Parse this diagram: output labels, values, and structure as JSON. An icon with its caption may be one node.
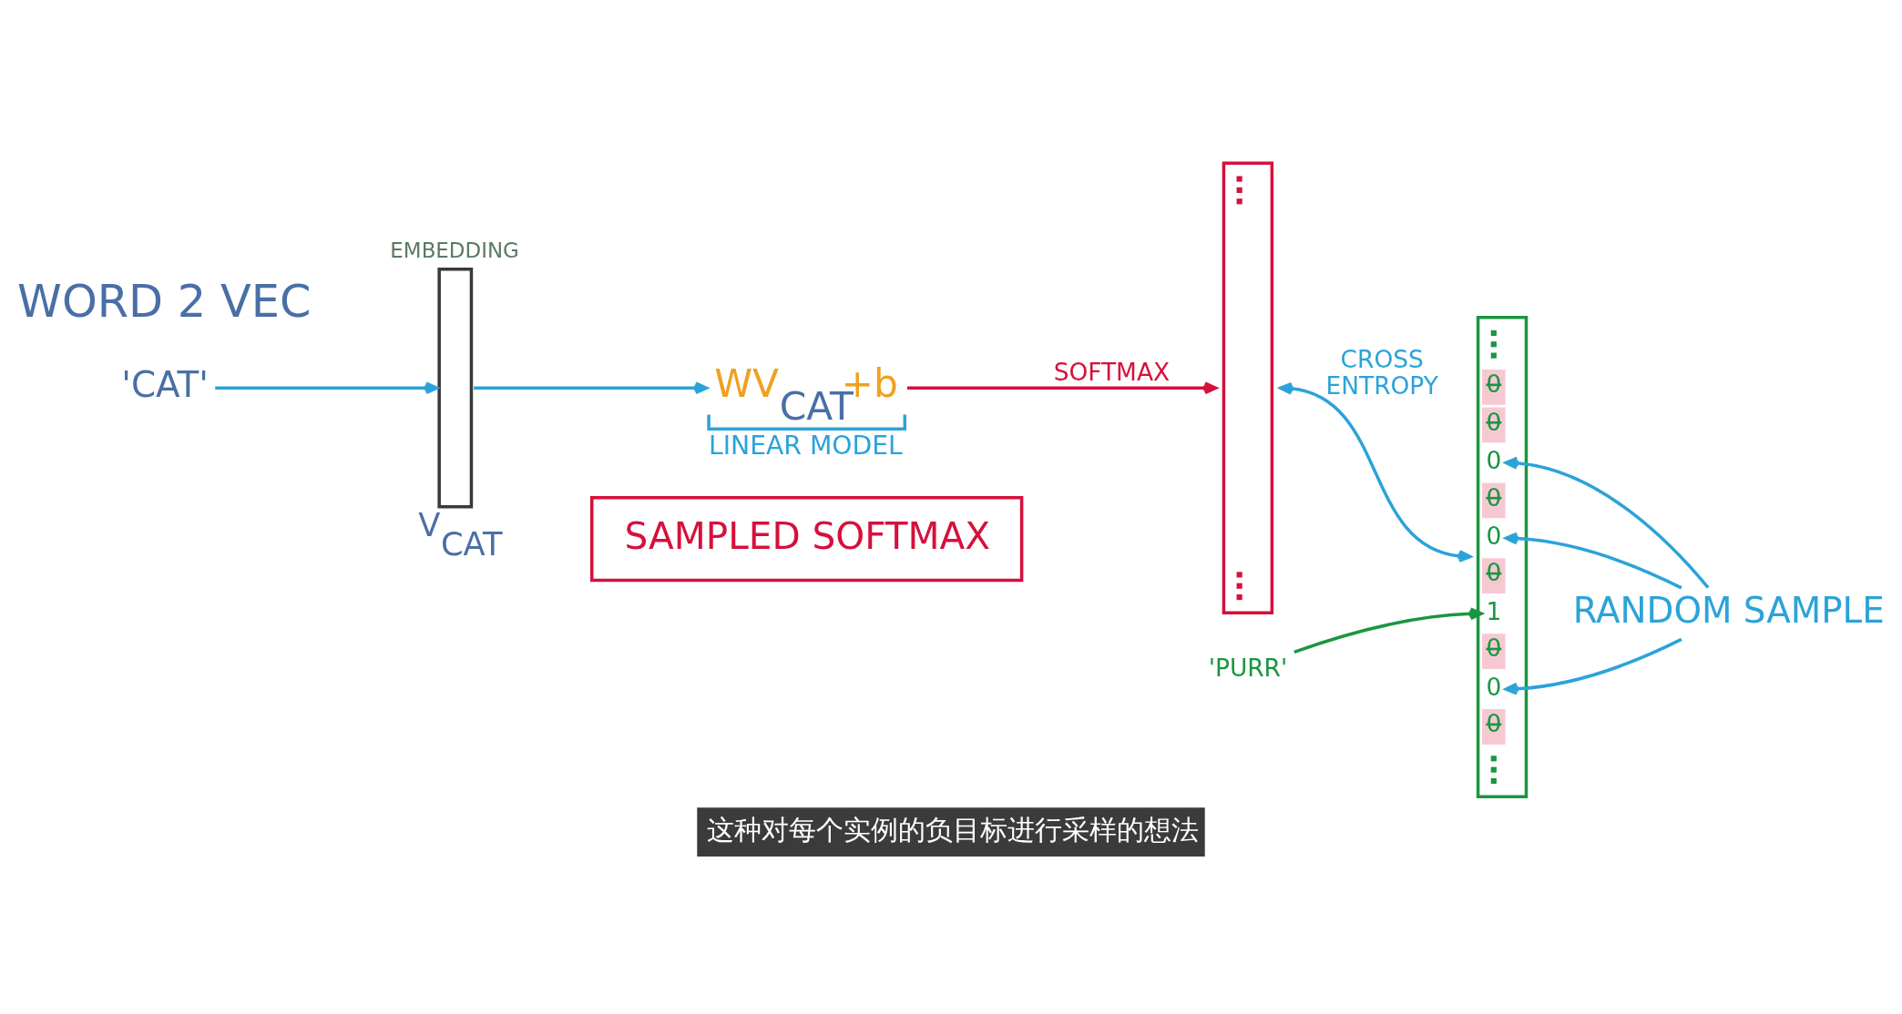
{
  "diagram": {
    "title": "WORD 2 VEC",
    "caption": "这种对每个实例的负目标进行采样的想法",
    "nodes": [
      {
        "text": [
          "'CAT'"
        ]
      },
      {
        "text": [
          "EMBEDDING"
        ],
        "beside": [
          "V$_{CAT}$"
        ]
      },
      {
        "text": [
          "WV$_{CAT}$+b",
          "LINEAR MODEL"
        ]
      },
      {
        "text": [],
        "shape": "bar"
      },
      {
        "text": [
          "0",
          "0",
          "0",
          "0",
          "0",
          "0",
          "1",
          "0",
          "0",
          "0"
        ]
      },
      {
        "text": [
          "'PURR'"
        ]
      },
      {
        "text": [
          "RANDOM SAMPLE"
        ]
      },
      {
        "text": [
          "SAMPLED SOFTMAX"
        ]
      }
    ],
    "edges": [
      {
        "from": 0,
        "to": 1,
        "arrow": "to"
      },
      {
        "from": 1,
        "to": 2,
        "arrow": "to"
      },
      {
        "from": 2,
        "to": 3,
        "arrow": "to",
        "label": "SOFTMAX",
        "color": "#d6103b"
      },
      {
        "from": 3,
        "to": 4,
        "arrow": "both",
        "label": "CROSS ENTROPY"
      },
      {
        "from": 5,
        "to": 4,
        "arrow": "to",
        "color": "#1a9641"
      },
      {
        "from": 6,
        "to": 4,
        "arrow": "to"
      },
      {
        "from": 6,
        "to": 4,
        "arrow": "to"
      },
      {
        "from": 6,
        "to": 4,
        "arrow": "to"
      }
    ]
  }
}
